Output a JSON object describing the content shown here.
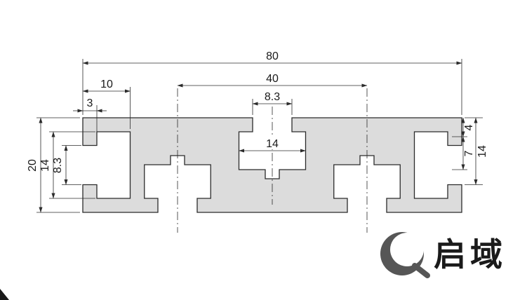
{
  "drawing": {
    "type": "aluminium-profile-cross-section",
    "profile_fill": "#dcdcdc",
    "line_color": "#2b2b2b",
    "dimensions": {
      "overall_width": "80",
      "bottom_slot_spacing": "40",
      "end_slot_depth": "10",
      "end_slot_neck_depth": "3",
      "top_slot_opening_width": "8.3",
      "top_slot_cavity_width": "14",
      "overall_height": "20",
      "end_slot_cavity_height": "14",
      "end_slot_opening_height": "8.3",
      "right_dim_top": "4",
      "right_dim_mid": "7",
      "right_dim_cavity": "14"
    },
    "logo": {
      "text": "启域",
      "color": "#9e9e9e"
    }
  }
}
